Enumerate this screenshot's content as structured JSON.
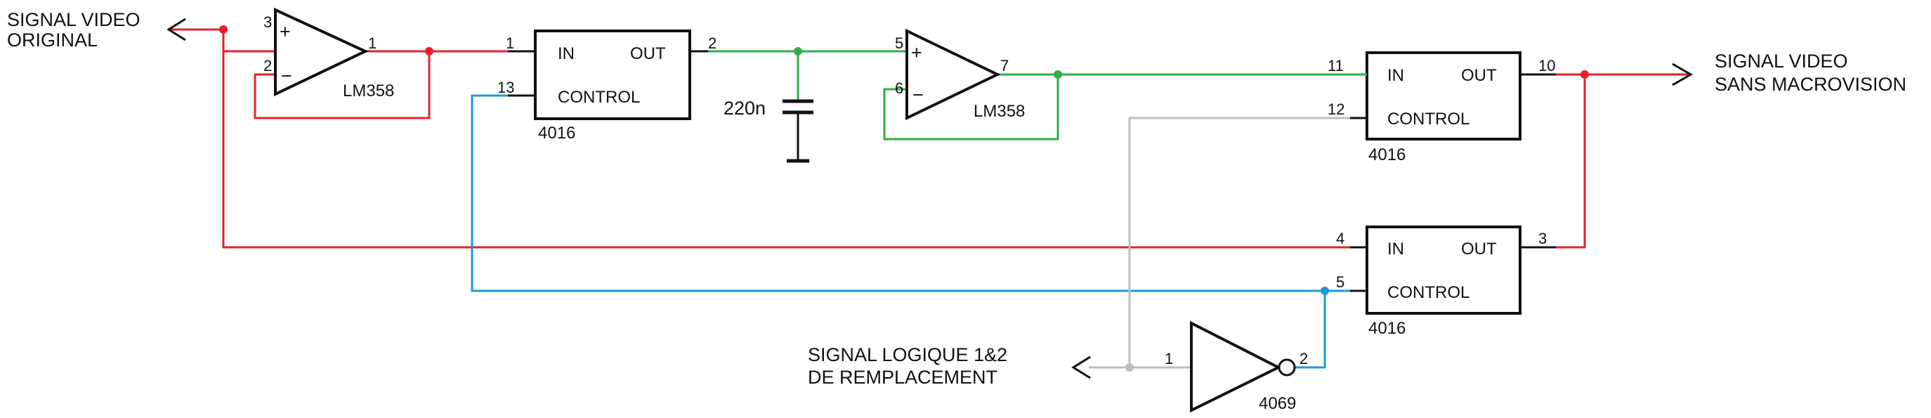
{
  "signals": {
    "input_line1": "SIGNAL VIDEO",
    "input_line2": "ORIGINAL",
    "output_line1": "SIGNAL VIDEO",
    "output_line2": "SANS MACROVISION",
    "logic_line1": "SIGNAL LOGIQUE 1&2",
    "logic_line2": "DE REMPLACEMENT"
  },
  "components": {
    "opamp1": {
      "name": "LM358",
      "pin_plus": "3",
      "pin_minus": "2",
      "pin_out": "1",
      "plus_sign": "+",
      "minus_sign": "−"
    },
    "opamp2": {
      "name": "LM358",
      "pin_plus": "5",
      "pin_minus": "6",
      "pin_out": "7",
      "plus_sign": "+",
      "minus_sign": "−"
    },
    "switch1": {
      "name": "4016",
      "in": "IN",
      "out": "OUT",
      "control": "CONTROL",
      "pin_in": "1",
      "pin_out": "2",
      "pin_control": "13"
    },
    "switch2": {
      "name": "4016",
      "in": "IN",
      "out": "OUT",
      "control": "CONTROL",
      "pin_in": "11",
      "pin_out": "10",
      "pin_control": "12"
    },
    "switch3": {
      "name": "4016",
      "in": "IN",
      "out": "OUT",
      "control": "CONTROL",
      "pin_in": "4",
      "pin_out": "3",
      "pin_control": "5"
    },
    "capacitor": {
      "value": "220n"
    },
    "inverter": {
      "name": "4069",
      "pin_in": "1",
      "pin_out": "2"
    }
  },
  "colors": {
    "video_in": "#e8202a",
    "filtered": "#2fae48",
    "control_a": "#1e9ad6",
    "control_b": "#bdbdbd",
    "component": "#111111"
  }
}
